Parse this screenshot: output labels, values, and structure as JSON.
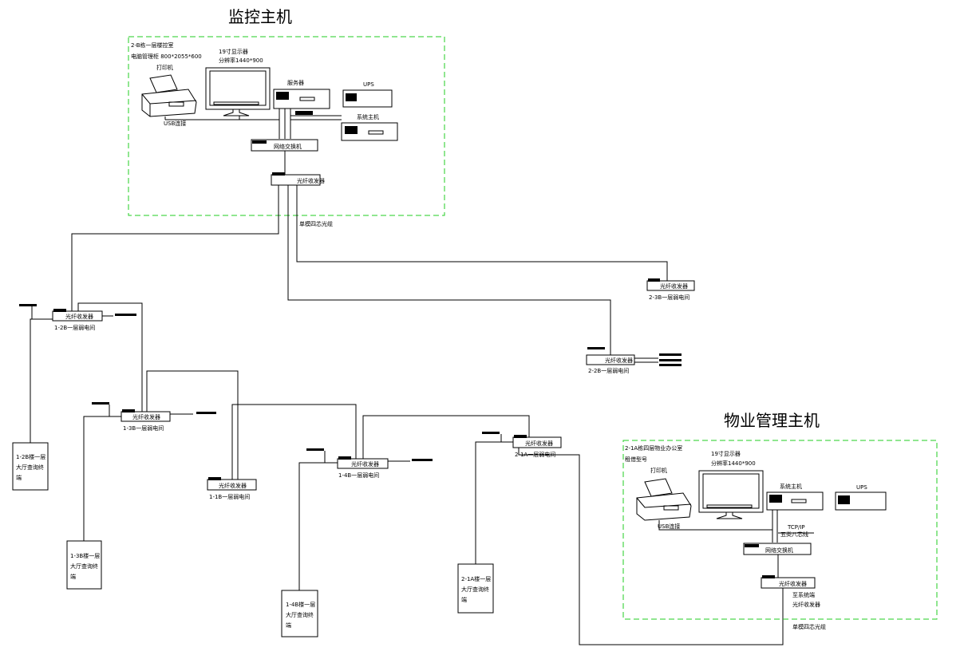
{
  "monitor_host": {
    "title": "监控主机",
    "location": "2-B栋一层楼控室",
    "cabinet": "电脑管理柜 800*2055*600",
    "printer": "打印机",
    "monitor": "19寸显示器",
    "resolution": "分辨率1440*900",
    "server": "服务器",
    "ups": "UPS",
    "system_host": "系统主机",
    "usb": "USB连接",
    "switch": "网络交换机",
    "transceiver": "光纤收发器",
    "fiber": "单模四芯光缆"
  },
  "property_host": {
    "title": "物业管理主机",
    "location": "2-1A栋四层物业办公室",
    "model": "租借型号",
    "printer": "打印机",
    "monitor": "19寸显示器",
    "resolution": "分辨率1440*900",
    "system_host": "系统主机",
    "ups": "UPS",
    "usb": "USB连接",
    "tcpip": "TCP/IP",
    "rj45": "五类八芯线",
    "switch": "网络交换机",
    "transceiver": "光纤收发器",
    "note1": "至系统端",
    "note2": "光纤收发器",
    "fiber": "单模四芯光缆"
  },
  "nodes": [
    {
      "id": "n-2b3",
      "label": "光纤收发器",
      "sub": "2-3B一层弱电间"
    },
    {
      "id": "n-2b2",
      "label": "光纤收发器",
      "sub": "2-2B一层弱电间"
    },
    {
      "id": "n-1b2",
      "label": "光纤收发器",
      "sub": "1-2B一层弱电间"
    },
    {
      "id": "n-1b3",
      "label": "光纤收发器",
      "sub": "1-3B一层弱电间"
    },
    {
      "id": "n-1b1",
      "label": "光纤收发器",
      "sub": "1-1B一层弱电间"
    },
    {
      "id": "n-1a4",
      "label": "光纤收发器",
      "sub": "1-4B一层弱电间"
    },
    {
      "id": "n-2a1",
      "label": "光纤收发器",
      "sub": "2-1A一层弱电间"
    }
  ],
  "terminals": [
    {
      "l1": "1-2B楼一层",
      "l2": "大厅查询终",
      "l3": "端"
    },
    {
      "l1": "1-3B楼一层",
      "l2": "大厅查询终",
      "l3": "端"
    },
    {
      "l1": "1-4B楼一层",
      "l2": "大厅查询终",
      "l3": "端"
    },
    {
      "l1": "2-1A楼一层",
      "l2": "大厅查询终",
      "l3": "端"
    }
  ]
}
